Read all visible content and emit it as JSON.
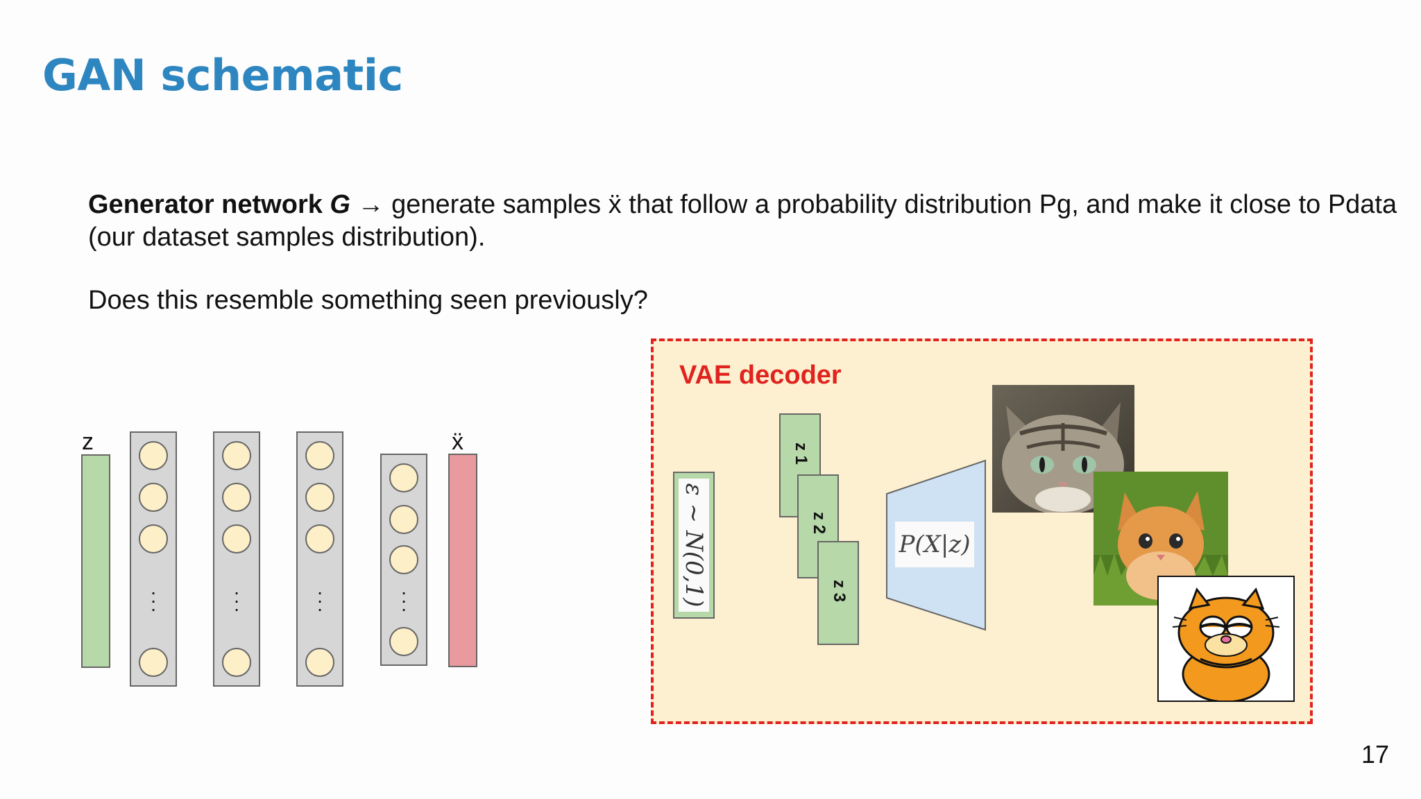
{
  "slide": {
    "title": "GAN schematic",
    "generator_bold": "Generator network ",
    "generator_g": "G",
    "generator_rest": "  → generate samples ẍ that follow a probability distribution Pg, and make it close to Pdata (our dataset samples distribution).",
    "question": "Does this resemble something seen previously?",
    "page_number": "17"
  },
  "network": {
    "input_label": "z",
    "output_label": "ẍ",
    "colors": {
      "input": "#b7d8a8",
      "output": "#e89a9e",
      "layer": "#d6d6d6",
      "neuron": "#fdefc8"
    }
  },
  "vae": {
    "title": "VAE decoder",
    "epsilon_formula": "ε ~ N(0,1)",
    "z_labels": [
      "z 1",
      "z 2",
      "z 3"
    ],
    "decoder_formula": "P(X|z)",
    "images": [
      "tabby-cat-photo",
      "orange-kitten-photo",
      "garfield-cartoon"
    ],
    "colors": {
      "border": "#e0231f",
      "background": "#fdf0d0",
      "decoder": "#cfe2f3"
    }
  }
}
